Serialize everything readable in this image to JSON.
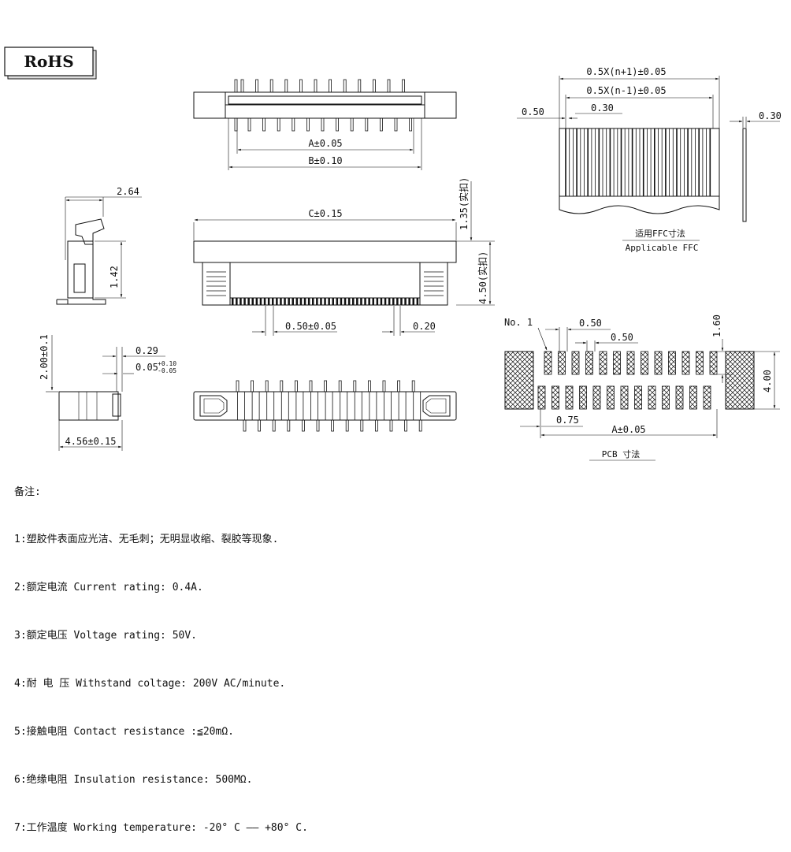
{
  "rohs_label": "RoHS",
  "dimensions": {
    "a": "A±0.05",
    "b": "B±0.10",
    "c": "C±0.15",
    "side_width": "2.64",
    "side_height": "1.42",
    "height_135": "1.35(实扣)",
    "height_450": "4.50(实扣)",
    "pitch_050": "0.50±0.05",
    "offset_020": "0.20",
    "ffc_total": "0.5X(n+1)±0.05",
    "ffc_inner": "0.5X(n-1)±0.05",
    "ffc_pitch": "0.50",
    "ffc_conductor": "0.30",
    "ffc_thickness": "0.30",
    "end_height": "2.00±0.1",
    "end_029": "0.29",
    "end_005": "0.05",
    "end_tol_plus": "+0.10",
    "end_tol_minus": "-0.05",
    "end_width": "4.56±0.15",
    "pcb_pitch_a": "0.50",
    "pcb_pitch_b": "0.50",
    "pcb_pad_len": "1.60",
    "pcb_height": "4.00",
    "pcb_075": "0.75",
    "pcb_a": "A±0.05"
  },
  "ffc_caption_cn": "适用FFC寸法",
  "ffc_caption_en": "Applicable FFC",
  "pin1_label": "No. 1",
  "pcb_caption": "PCB  寸法",
  "notes_title": "备注:",
  "notes": [
    "1:塑胶件表面应光洁、无毛刺；无明显收缩、裂胶等现象.",
    "2:额定电流 Current rating: 0.4A.",
    "3:额定电压 Voltage rating: 50V.",
    "4:耐 电 压 Withstand coltage: 200V AC/minute.",
    "5:接触电阻 Contact resistance :≦20mΩ.",
    "6:绝缘电阻 Insulation resistance: 500MΩ.",
    "7:工作温度 Working temperature: -20° C —— +80° C."
  ]
}
